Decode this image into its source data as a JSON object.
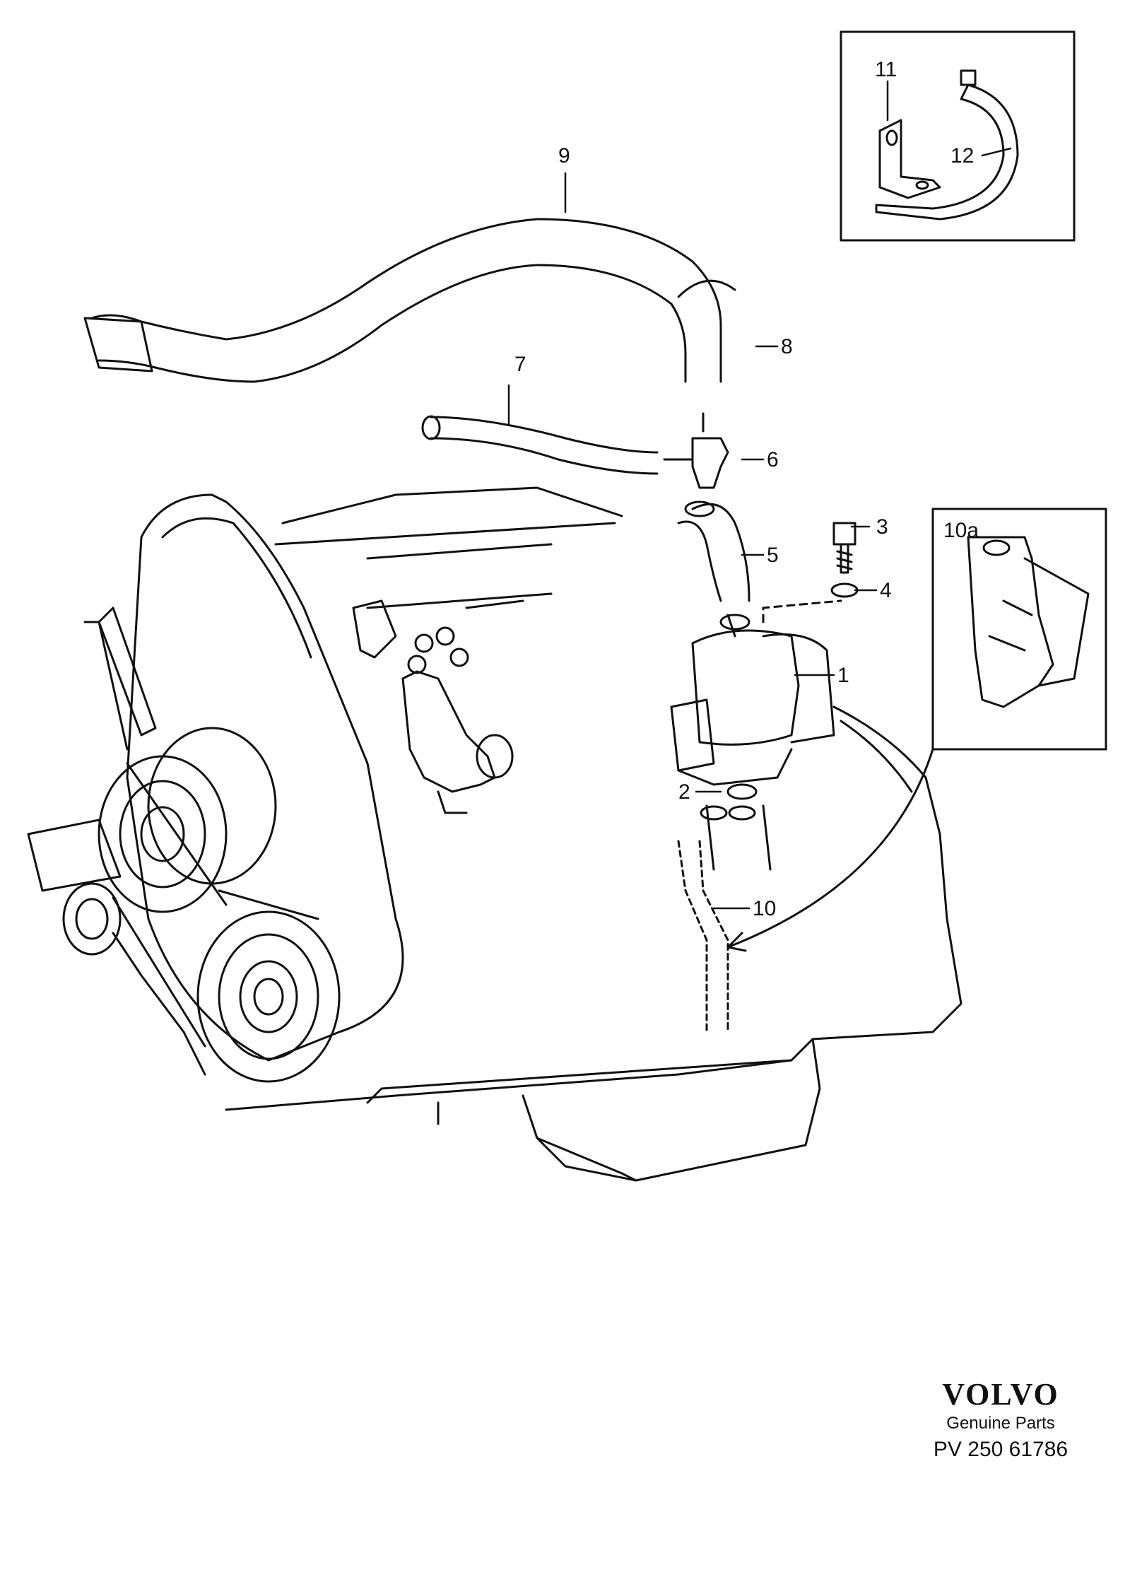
{
  "callouts": {
    "c1": "1",
    "c2": "2",
    "c3": "3",
    "c4": "4",
    "c5": "5",
    "c6": "6",
    "c7": "7",
    "c8": "8",
    "c9": "9",
    "c10": "10",
    "c10a": "10a",
    "c11": "11",
    "c12": "12"
  },
  "brand": {
    "name": "VOLVO",
    "subtitle": "Genuine Parts",
    "code": "PV 250 61786"
  },
  "colors": {
    "ink": "#111111",
    "paper": "#ffffff"
  }
}
